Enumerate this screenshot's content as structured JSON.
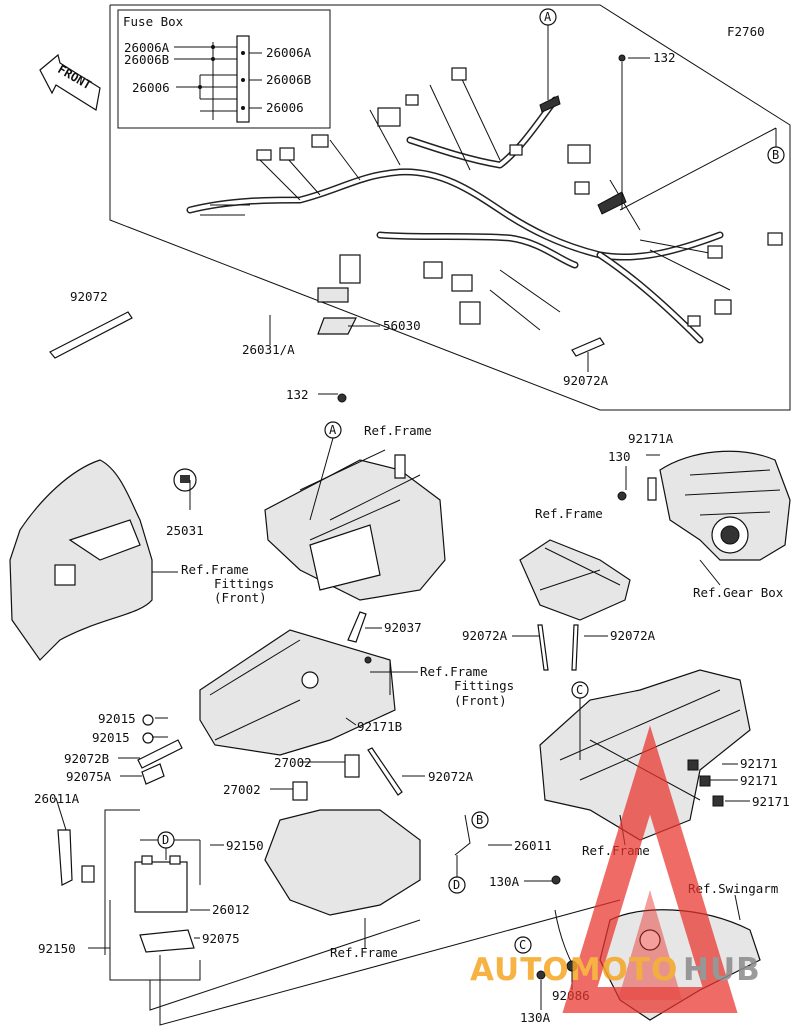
{
  "diagram_id": "F2760",
  "front_label": "FRONT",
  "fuse_box": {
    "title": "Fuse Box",
    "left": [
      "26006A",
      "26006B",
      "26006"
    ],
    "right": [
      "26006A",
      "26006B",
      "26006"
    ]
  },
  "callouts": [
    "A",
    "B",
    "C",
    "D"
  ],
  "labels": {
    "p132_top": "132",
    "p92072": "92072",
    "p26031a": "26031/A",
    "p56030": "56030",
    "p92072a_top": "92072A",
    "p132_mid": "132",
    "ref_frame_1": "Ref.Frame",
    "p25031": "25031",
    "ref_frame_fit_1a": "Ref.Frame",
    "ref_frame_fit_1b": "Fittings",
    "ref_frame_fit_1c": "(Front)",
    "p92171a": "92171A",
    "p130": "130",
    "ref_frame_2": "Ref.Frame",
    "ref_gear_box": "Ref.Gear Box",
    "p92072a_l": "92072A",
    "p92072a_r": "92072A",
    "p92037": "92037",
    "ref_frame_fit_2a": "Ref.Frame",
    "ref_frame_fit_2b": "Fittings",
    "ref_frame_fit_2c": "(Front)",
    "p92171b": "92171B",
    "p92015_a": "92015",
    "p92015_b": "92015",
    "p92072b": "92072B",
    "p92075a": "92075A",
    "p26011a": "26011A",
    "p27002_a": "27002",
    "p27002_b": "27002",
    "p92072a_mid": "92072A",
    "p92150_r": "92150",
    "p26011": "26011",
    "p26012": "26012",
    "p92075": "92075",
    "p92150_l": "92150",
    "ref_frame_3": "Ref.Frame",
    "p92171_1": "92171",
    "p92171_2": "92171",
    "p92171_3": "92171",
    "ref_frame_4": "Ref.Frame",
    "ref_swingarm": "Ref.Swingarm",
    "p130a_top": "130A",
    "p92086": "92086",
    "p130a_bot": "130A"
  },
  "watermark": {
    "part1": "AUTOMOTO",
    "part2": "HUB",
    "color1": "#f5a623",
    "color2": "#8a8a8a",
    "triangle": "#e8322c"
  }
}
